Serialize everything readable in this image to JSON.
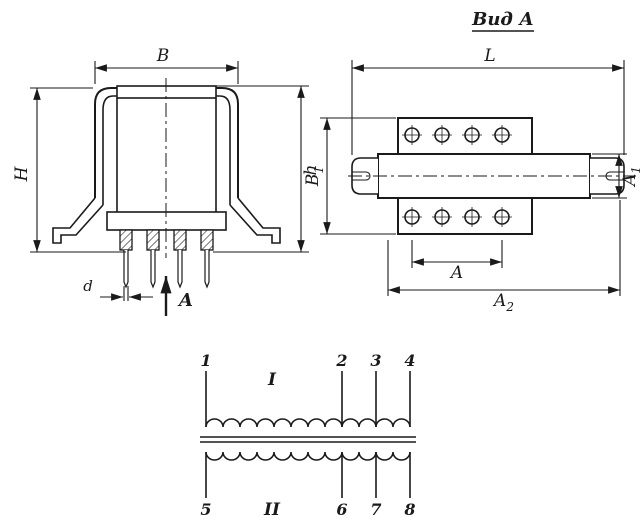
{
  "front_view": {
    "dim_width": "B",
    "dim_height_overall": "H",
    "dim_height_body": "h",
    "dim_pin_diameter": "d",
    "view_direction": "A"
  },
  "top_view": {
    "title": "Вид А",
    "dim_length": "L",
    "dim_b1_base": "B",
    "dim_b1_sub": "1",
    "dim_a1_base": "A",
    "dim_a1_sub": "1",
    "dim_hole_spacing": "A",
    "dim_a2_base": "A",
    "dim_a2_sub": "2"
  },
  "schematic": {
    "winding_primary": "I",
    "winding_secondary": "II",
    "terminals_top": [
      "1",
      "2",
      "3",
      "4"
    ],
    "terminals_bottom": [
      "5",
      "6",
      "7",
      "8"
    ]
  },
  "colors": {
    "ink": "#1a1a1a",
    "paper": "#ffffff"
  }
}
